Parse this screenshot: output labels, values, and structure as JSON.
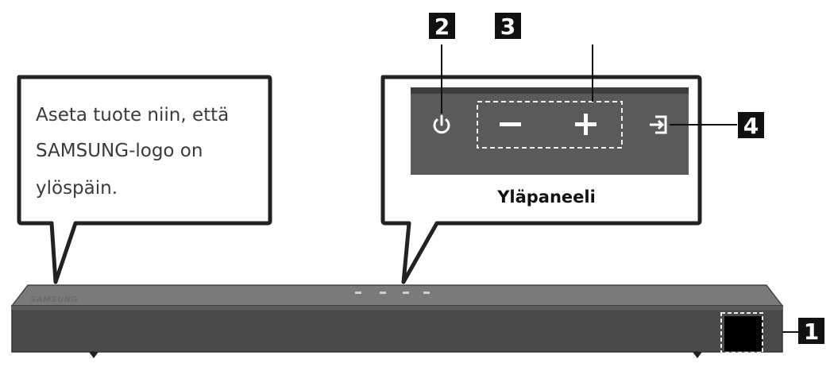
{
  "callout": {
    "lines": [
      "Aseta tuote niin, että",
      "SAMSUNG-logo on",
      "ylöspäin."
    ]
  },
  "top_panel": {
    "caption": "Yläpaneeli",
    "icons": [
      "power-icon",
      "volume-down-icon",
      "volume-up-icon",
      "source-input-icon"
    ]
  },
  "soundbar": {
    "logo": "SAMSUNG"
  },
  "markers": [
    "1",
    "2",
    "3",
    "4"
  ]
}
